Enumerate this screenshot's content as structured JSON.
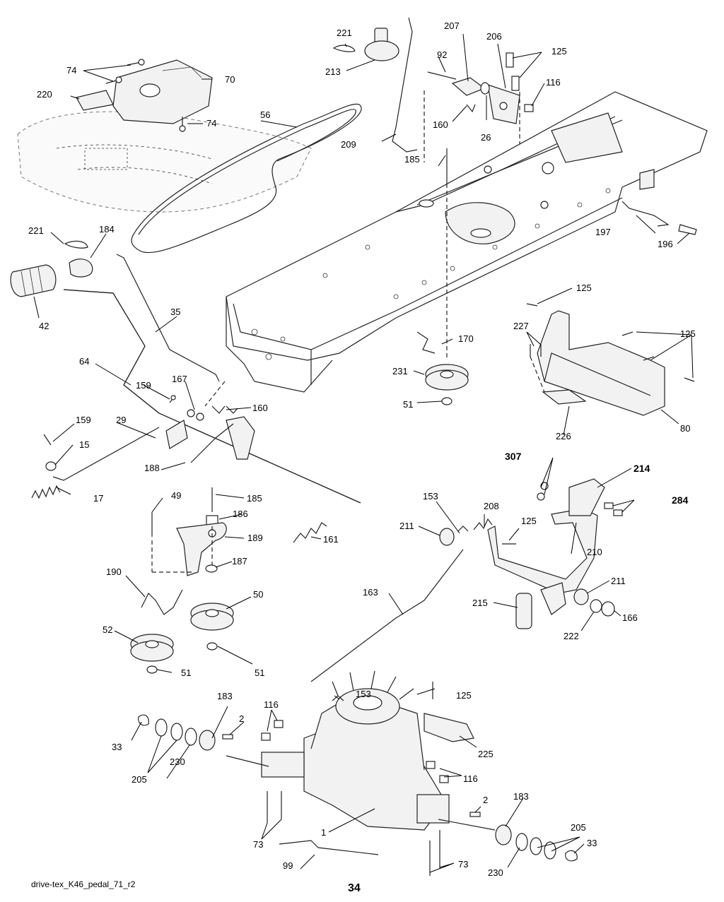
{
  "diagram": {
    "labels": {
      "l1": "1",
      "l2a": "2",
      "l2b": "2",
      "l15": "15",
      "l17": "17",
      "l26": "26",
      "l29": "29",
      "l33a": "33",
      "l33b": "33",
      "l35": "35",
      "l42": "42",
      "l49": "49",
      "l50": "50",
      "l51a": "51",
      "l51b": "51",
      "l51c": "51",
      "l52": "52",
      "l56": "56",
      "l64": "64",
      "l70": "70",
      "l73a": "73",
      "l73b": "73",
      "l74a": "74",
      "l74b": "74",
      "l80": "80",
      "l92": "92",
      "l99": "99",
      "l116a": "116",
      "l116b": "116",
      "l116c": "116",
      "l125a": "125",
      "l125b": "125",
      "l125c": "125",
      "l125d": "125",
      "l125e": "125",
      "l153a": "153",
      "l153b": "153",
      "l159a": "159",
      "l159b": "159",
      "l160a": "160",
      "l160b": "160",
      "l161": "161",
      "l163": "163",
      "l166": "166",
      "l167": "167",
      "l170": "170",
      "l183a": "183",
      "l183b": "183",
      "l184": "184",
      "l185a": "185",
      "l185b": "185",
      "l186": "186",
      "l187": "187",
      "l188": "188",
      "l189": "189",
      "l190": "190",
      "l196": "196",
      "l197": "197",
      "l205a": "205",
      "l205b": "205",
      "l206": "206",
      "l207": "207",
      "l208": "208",
      "l209": "209",
      "l210": "210",
      "l211a": "211",
      "l211b": "211",
      "l213": "213",
      "l214": "214",
      "l215": "215",
      "l220": "220",
      "l221a": "221",
      "l221b": "221",
      "l222": "222",
      "l225": "225",
      "l226": "226",
      "l227": "227",
      "l230a": "230",
      "l230b": "230",
      "l231": "231",
      "l284": "284",
      "l307": "307"
    },
    "footer": "drive-tex_K46_pedal_71_r2",
    "page_number": "34"
  }
}
